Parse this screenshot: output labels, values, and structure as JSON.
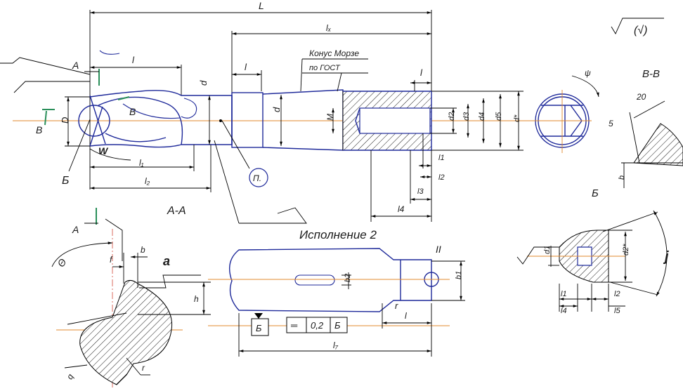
{
  "roughness_general": "(√)",
  "dims_main": {
    "L": "L",
    "lx": "lₓ",
    "l_top": "l",
    "l_neck": "l",
    "l_tail": "l",
    "d": "d",
    "d_neck": "d",
    "D": "D",
    "M": "M",
    "d2": "d2",
    "d3": "d3",
    "d4": "d4",
    "d5": "d5",
    "d_star": "d*",
    "l1": "l₁",
    "l2": "l₂",
    "r_l1": "l1",
    "r_l2": "l2",
    "l3": "l3",
    "l4": "l4",
    "angle_psi": "ψ"
  },
  "labels": {
    "A_top": "A",
    "B_left": "B",
    "B_mid": "B",
    "B_cyr": "Б",
    "morse_line1": "Конус Морзе",
    "morse_line2": "по ГОСТ",
    "balloon": "П.",
    "section_AA": "А-А",
    "section_BB": "В-В",
    "view_B": "Б",
    "variant2": "Исполнение 2",
    "A_sec": "A",
    "theta": "Θ",
    "f": "f",
    "b": "b",
    "a": "a",
    "h": "h",
    "q": "q",
    "r": "r",
    "bb_20": "20",
    "bb_5": "5",
    "bb_b": "b",
    "v2_l7": "l₇",
    "v2_l": "l",
    "v2_b2": "b2",
    "v2_b1": "b1",
    "v2_r": "r",
    "v2_II": "II",
    "tol_datum": "Б",
    "tol_symbol": "═",
    "tol_value": "0,2",
    "tol_ref": "Б",
    "det_d1": "d1",
    "det_d2": "d2*",
    "det_l1": "l1",
    "det_l4": "l4",
    "det_l2": "l2",
    "det_l5": "l5",
    "det_j": "j"
  }
}
